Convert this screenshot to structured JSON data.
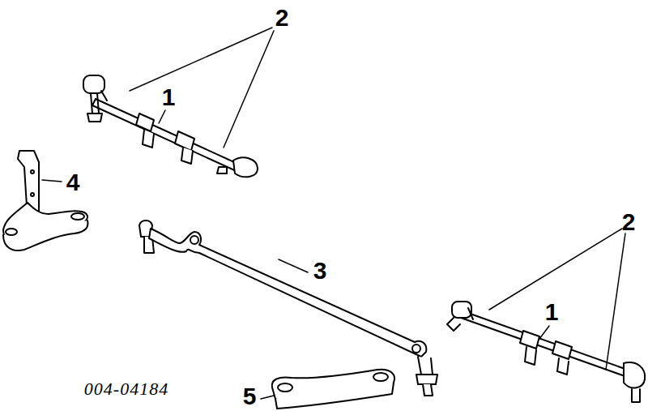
{
  "diagram": {
    "labels": [
      "2",
      "1",
      "4",
      "2",
      "3",
      "1",
      "004-04184",
      "5"
    ]
  }
}
